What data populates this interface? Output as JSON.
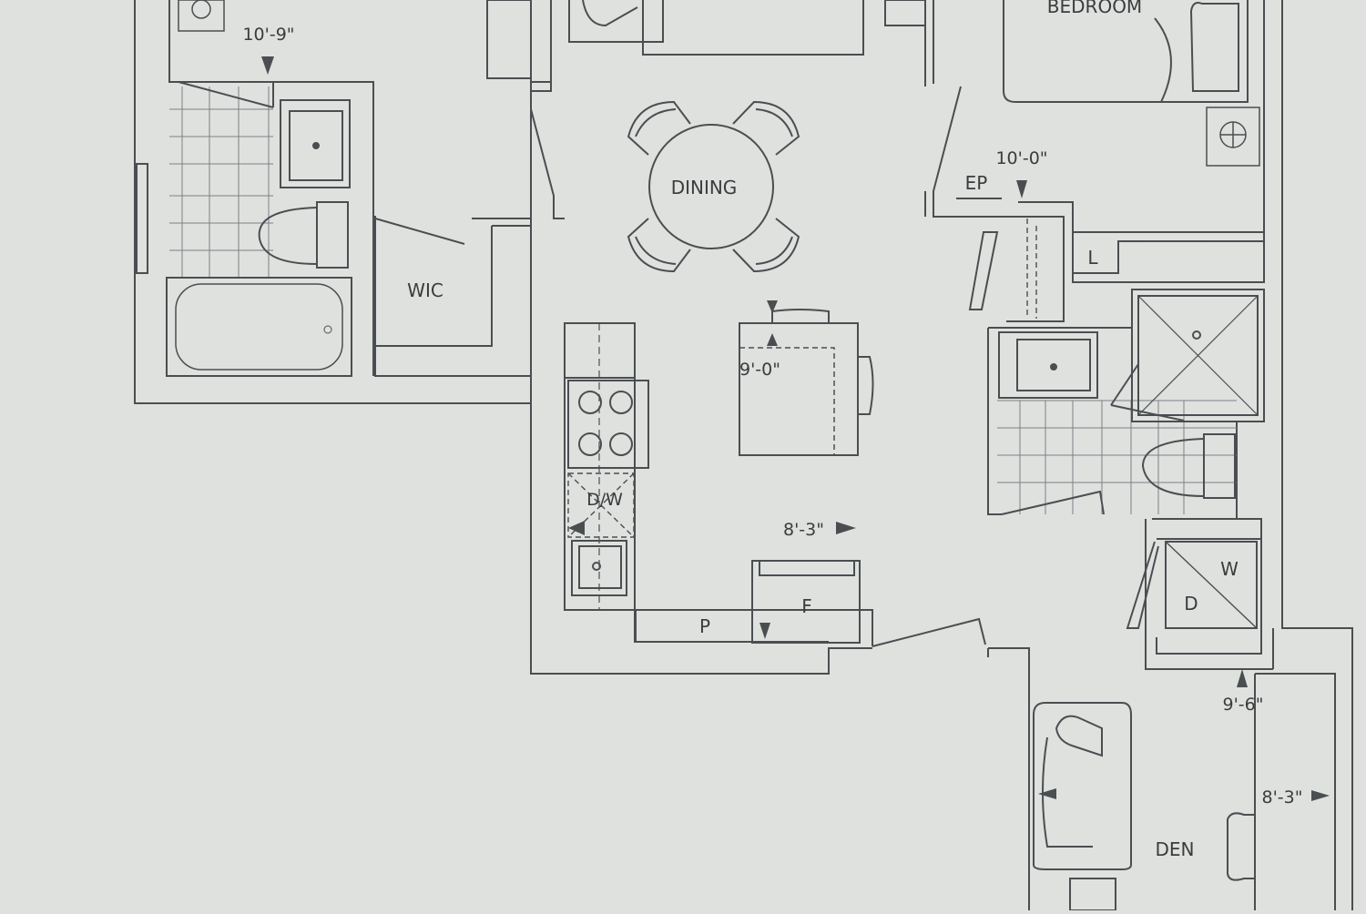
{
  "colors": {
    "paper": "#dfe1df",
    "line": "#4b4e51",
    "tile": "#7c8085",
    "text": "#3a3c3e"
  },
  "rooms": {
    "bedroom": "BEDROOM",
    "dining": "DINING",
    "wic": "WIC",
    "den": "DEN"
  },
  "fixtures": {
    "ep": "EP",
    "linen": "L",
    "dishwasher": "D/W",
    "pantry": "P",
    "fridge": "F",
    "washer": "W",
    "dryer": "D"
  },
  "dimensions": {
    "top_bath_width": "10'-9\"",
    "bedroom_width": "10'-0\"",
    "island_width": "9'-0\"",
    "kitchen_width": "8'-3\"",
    "den_width": "9'-6\"",
    "den_depth": "8'-3\""
  },
  "icons": [
    "arrow-down-icon",
    "arrow-right-icon",
    "arrow-left-icon",
    "arrow-up-icon",
    "door-swing-icon",
    "toilet-icon",
    "sink-icon",
    "bathtub-icon",
    "shower-icon",
    "stove-icon",
    "sofa-icon",
    "chair-icon"
  ]
}
